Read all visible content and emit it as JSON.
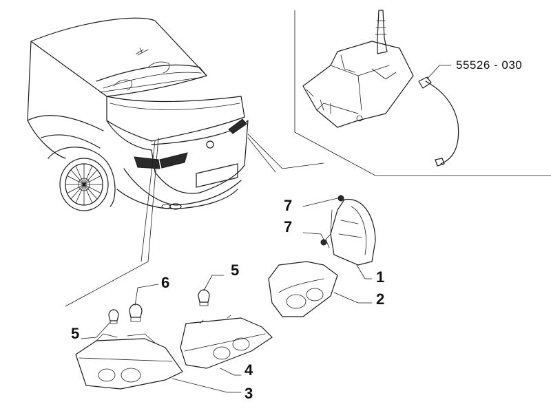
{
  "diagram": {
    "part_number": "55526 - 030",
    "callouts": {
      "c1": "1",
      "c2": "2",
      "c3": "3",
      "c4": "4",
      "c5a": "5",
      "c5b": "5",
      "c6": "6",
      "c7a": "7",
      "c7b": "7"
    }
  }
}
